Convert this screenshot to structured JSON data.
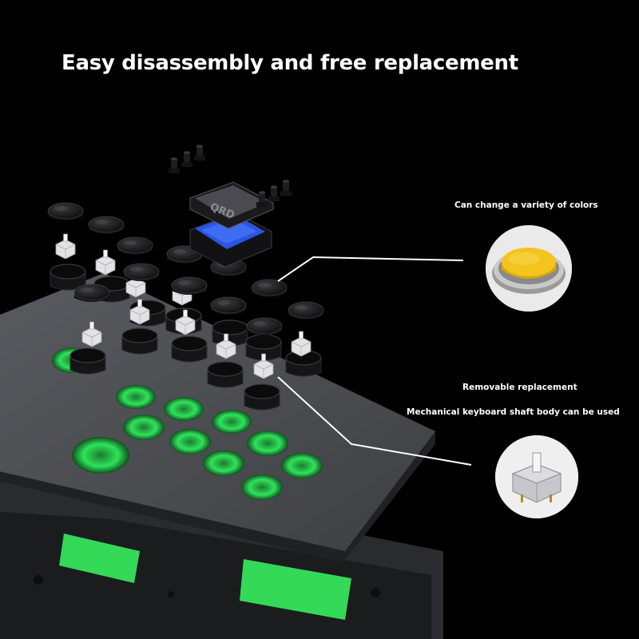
{
  "headline": "Easy disassembly and free replacement",
  "callouts": [
    {
      "label": "Can change a variety of colors",
      "icon": "yellow-button-icon"
    },
    {
      "label": "Removable replacement",
      "icon": "mechanical-switch-icon"
    },
    {
      "label": "Mechanical keyboard shaft body can be used",
      "icon": "mechanical-switch-icon"
    }
  ],
  "product": {
    "screen_text": "QRD",
    "illustration": "exploded-view-leverless-controller"
  },
  "colors": {
    "background": "#000000",
    "text": "#ffffff",
    "accent_green": "#2fe35a",
    "button_yellow": "#f3c41d",
    "panel": "#48494d"
  }
}
